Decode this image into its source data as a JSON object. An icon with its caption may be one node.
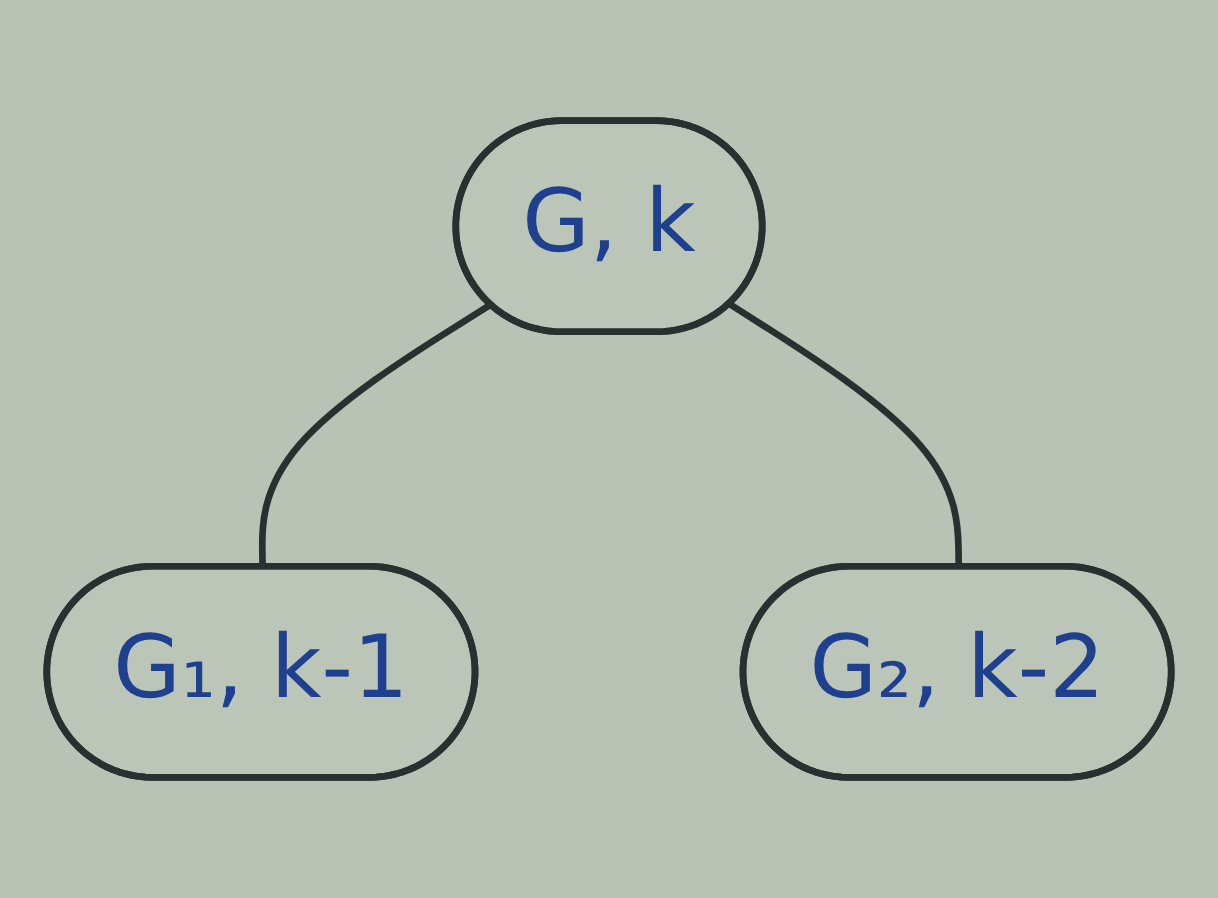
{
  "diagram": {
    "nodes": [
      {
        "text": [
          "G, k"
        ]
      },
      {
        "text": [
          "G₁, k-1"
        ]
      },
      {
        "text": [
          "G₂, k-2"
        ]
      }
    ],
    "edges": [
      {
        "from": 0,
        "to": 1,
        "arrow": "none"
      },
      {
        "from": 0,
        "to": 2,
        "arrow": "none"
      }
    ]
  }
}
